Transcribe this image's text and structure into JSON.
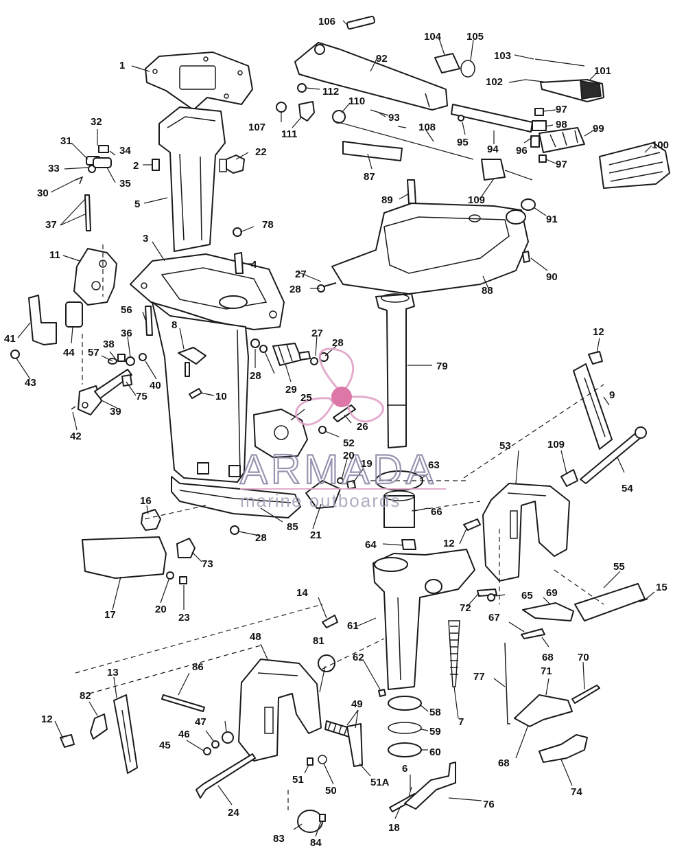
{
  "callouts": [
    "1",
    "2",
    "3",
    "4",
    "5",
    "6",
    "7",
    "8",
    "9",
    "10",
    "11",
    "12",
    "12",
    "12",
    "12",
    "13",
    "14",
    "15",
    "16",
    "17",
    "18",
    "19",
    "20",
    "20",
    "21",
    "22",
    "23",
    "24",
    "25",
    "26",
    "27",
    "27",
    "28",
    "28",
    "28",
    "28",
    "29",
    "30",
    "31",
    "32",
    "33",
    "34",
    "35",
    "36",
    "37",
    "38",
    "39",
    "40",
    "41",
    "42",
    "43",
    "44",
    "45",
    "46",
    "47",
    "48",
    "49",
    "50",
    "51",
    "51A",
    "52",
    "53",
    "54",
    "55",
    "56",
    "57",
    "58",
    "59",
    "60",
    "61",
    "62",
    "63",
    "64",
    "65",
    "66",
    "67",
    "68",
    "68",
    "69",
    "70",
    "71",
    "72",
    "73",
    "74",
    "75",
    "76",
    "77",
    "78",
    "79",
    "81",
    "82",
    "83",
    "84",
    "85",
    "86",
    "87",
    "88",
    "89",
    "90",
    "91",
    "92",
    "93",
    "94",
    "95",
    "96",
    "97",
    "97",
    "98",
    "99",
    "100",
    "101",
    "102",
    "103",
    "104",
    "105",
    "106",
    "107",
    "108",
    "109",
    "109",
    "110",
    "111",
    "112"
  ],
  "watermark": {
    "brand": "ARMADA",
    "tagline": "marine outboards",
    "brand_color": "#8f87a8",
    "accent_color": "#e0a3c8",
    "logo_center_color": "#d9699f"
  }
}
